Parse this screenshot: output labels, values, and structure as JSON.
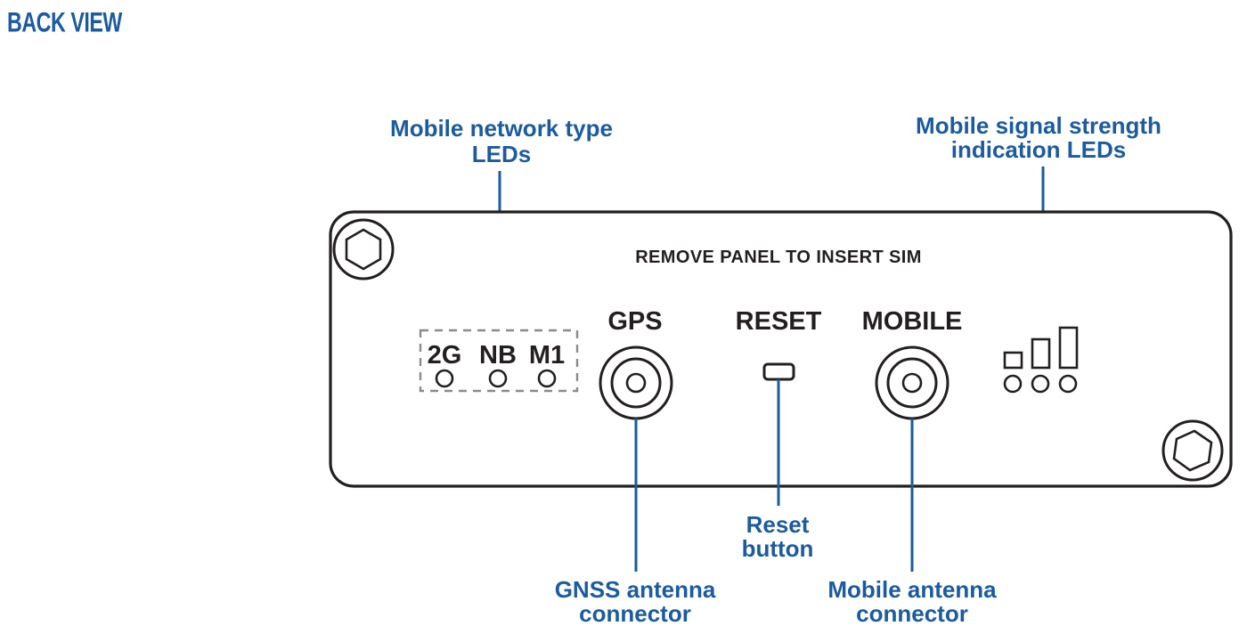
{
  "figure": {
    "title": "BACK VIEW",
    "accent_color": "#1b5ba0",
    "line_color": "#231f20",
    "dashed_color": "#8b8b8b",
    "background": "#ffffff"
  },
  "panel": {
    "notice": "REMOVE PANEL TO INSERT SIM",
    "screws": [
      {
        "name": "screw-top-left"
      },
      {
        "name": "screw-bottom-right"
      }
    ],
    "led_group": {
      "leds": [
        {
          "label": "2G"
        },
        {
          "label": "NB"
        },
        {
          "label": "M1"
        }
      ]
    },
    "ports": [
      {
        "label": "GPS",
        "type": "coaxial-connector"
      },
      {
        "label": "RESET",
        "type": "recessed-button"
      },
      {
        "label": "MOBILE",
        "type": "coaxial-connector"
      }
    ],
    "signal_indicator": {
      "bars": 3,
      "leds": 3
    }
  },
  "callouts": {
    "network_type": {
      "line1": "Mobile network type",
      "line2": "LEDs"
    },
    "signal_strength": {
      "line1": "Mobile signal strength",
      "line2": "indication LEDs"
    },
    "gnss_connector": {
      "line1": "GNSS  antenna",
      "line2": "connector"
    },
    "reset_button": {
      "line1": "Reset",
      "line2": "button"
    },
    "mobile_connector": {
      "line1": "Mobile antenna",
      "line2": "connector"
    }
  }
}
